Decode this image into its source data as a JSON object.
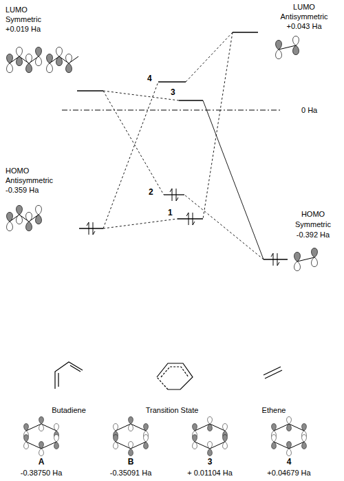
{
  "diagram": {
    "labels": [
      "LUMO",
      "Symmetric",
      "+0.019 Ha",
      "LUMO",
      "Antisymmetric",
      "+0.043 Ha",
      "4",
      "3",
      "0 Ha",
      "2",
      "1",
      "HOMO",
      "Antisymmetric",
      "-0.359 Ha",
      "HOMO",
      "Symmetric",
      "-0.392 Ha",
      "Butadiene",
      "Transition State",
      "Ethene",
      "A",
      "-0.38750 Ha",
      "B",
      "-0.35091 Ha",
      "3",
      "+ 0.01104 Ha",
      "4",
      "+0.04679 Ha"
    ]
  }
}
